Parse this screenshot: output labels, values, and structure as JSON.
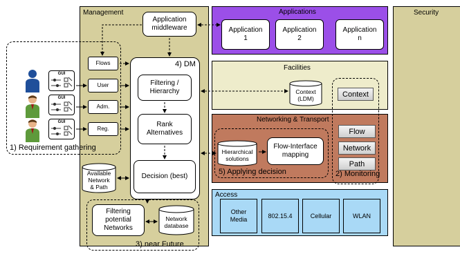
{
  "layers": {
    "management": "Management",
    "applications": "Applications",
    "facilities": "Facilities",
    "networking": "Networking & Transport",
    "access": "Access",
    "security": "Security"
  },
  "applications": [
    "Application\n1",
    "Application\n2",
    "Application\nn"
  ],
  "middleware": "Application\nmiddleware",
  "dm": {
    "title": "4) DM",
    "filtering": "Filtering /\nHierarchy",
    "rank": "Rank\nAlternatives",
    "decision": "Decision (best)"
  },
  "inputs": [
    "Flows",
    "User",
    "Adm.",
    "Reg."
  ],
  "gui_label": "GUI",
  "requirement": "1) Requirement gathering",
  "available": "Available\nNetwork\n& Path",
  "future": {
    "filtering": "Filtering\npotential\nNetworks",
    "db": "Network\ndatabase",
    "label": "3) near Future"
  },
  "context_ldm": "Context\n(LDM)",
  "context": "Context",
  "networking": {
    "hierarchical": "Hierarchical\nsolutions",
    "mapping": "Flow-Interface\nmapping",
    "applying": "5) Applying decision",
    "monitoring": "2) Monitoring",
    "items": [
      "Flow",
      "Network",
      "Path"
    ]
  },
  "access_items": [
    "Other\nMedia",
    "802.15.4",
    "Cellular",
    "WLAN"
  ],
  "colors": {
    "management": "#d6cf9d",
    "applications": "#9b4fe8",
    "facilities": "#eeeccb",
    "networking": "#c07a5e",
    "access": "#a9d9f6",
    "security": "#d6cf9d",
    "person_blue": "#1f4f9a",
    "person_green": "#5e9a3b"
  }
}
